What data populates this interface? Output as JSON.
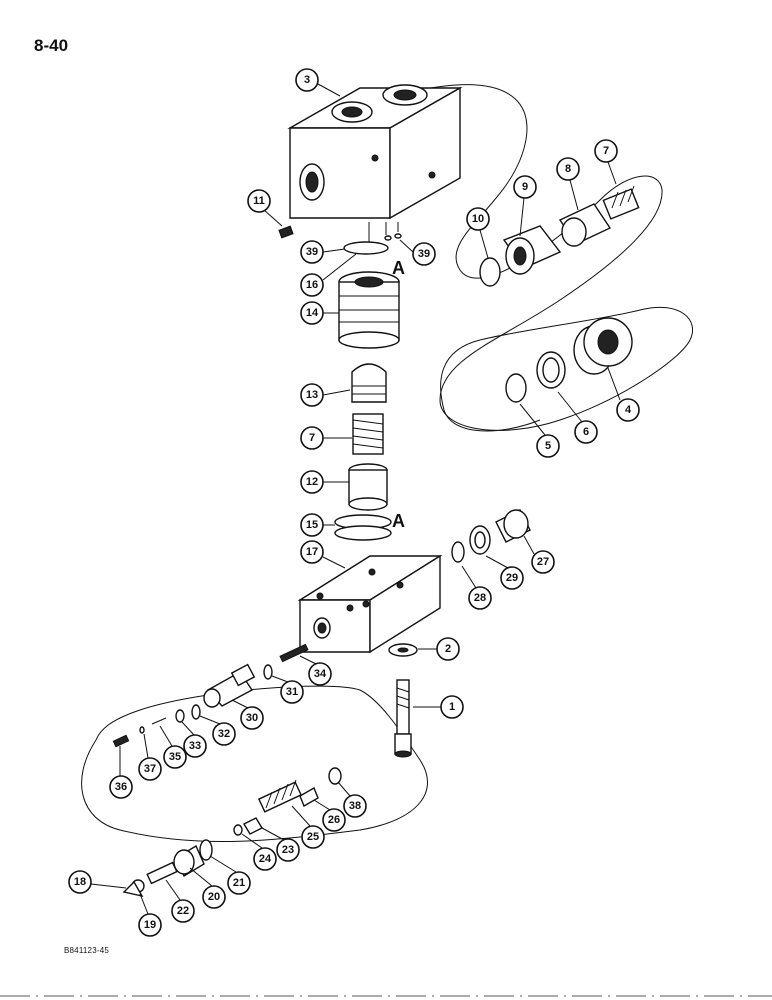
{
  "page_number": "8-40",
  "figure_code": "B841123-45",
  "reference_label_a": "A",
  "callouts": [
    {
      "num": "1"
    },
    {
      "num": "2"
    },
    {
      "num": "3"
    },
    {
      "num": "4"
    },
    {
      "num": "5"
    },
    {
      "num": "6"
    },
    {
      "num": "7"
    },
    {
      "num": "7"
    },
    {
      "num": "8"
    },
    {
      "num": "9"
    },
    {
      "num": "10"
    },
    {
      "num": "11"
    },
    {
      "num": "12"
    },
    {
      "num": "13"
    },
    {
      "num": "14"
    },
    {
      "num": "15"
    },
    {
      "num": "16"
    },
    {
      "num": "17"
    },
    {
      "num": "18"
    },
    {
      "num": "19"
    },
    {
      "num": "20"
    },
    {
      "num": "21"
    },
    {
      "num": "22"
    },
    {
      "num": "23"
    },
    {
      "num": "24"
    },
    {
      "num": "25"
    },
    {
      "num": "26"
    },
    {
      "num": "27"
    },
    {
      "num": "28"
    },
    {
      "num": "29"
    },
    {
      "num": "30"
    },
    {
      "num": "31"
    },
    {
      "num": "32"
    },
    {
      "num": "33"
    },
    {
      "num": "34"
    },
    {
      "num": "35"
    },
    {
      "num": "36"
    },
    {
      "num": "37"
    },
    {
      "num": "38"
    },
    {
      "num": "39"
    },
    {
      "num": "39"
    }
  ]
}
